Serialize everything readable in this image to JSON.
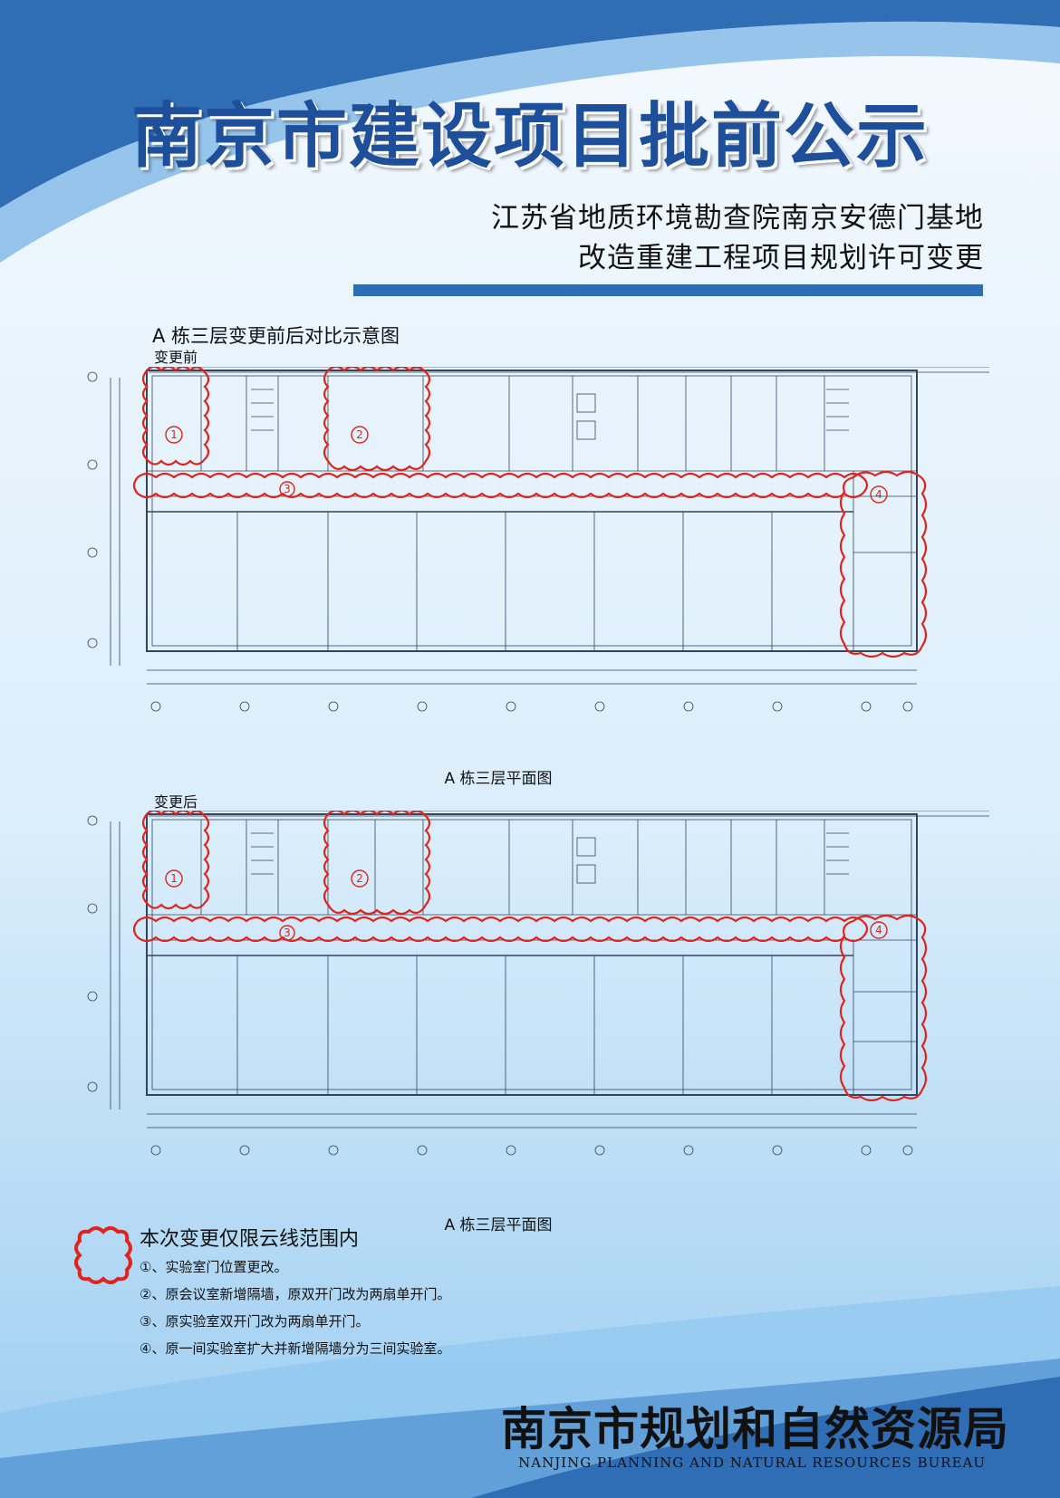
{
  "header": {
    "title": "南京市建设项目批前公示",
    "subtitle_line1": "江苏省地质环境勘查院南京安德门基地",
    "subtitle_line2": "改造重建工程项目规划许可变更"
  },
  "figure": {
    "title": "A 栋三层变更前后对比示意图",
    "before_label": "变更前",
    "after_label": "变更后",
    "caption": "A 栋三层平面图"
  },
  "plan_markers": [
    "1",
    "2",
    "3",
    "4"
  ],
  "notes": {
    "heading": "本次变更仅限云线范围内",
    "items": [
      "①、实验室门位置更改。",
      "②、原会议室新增隔墙，原双开门改为两扇单开门。",
      "③、原实验室双开门改为两扇单开门。",
      "④、原一间实验室扩大并新增隔墙分为三间实验室。"
    ]
  },
  "footer": {
    "name_cn": "南京市规划和自然资源局",
    "name_en": "NANJING PLANNING AND NATURAL RESOURCES BUREAU"
  },
  "colors": {
    "accent_blue": "#2f6db4",
    "title_blue": "#1d4f9a",
    "cloud_red": "#e0241b"
  }
}
